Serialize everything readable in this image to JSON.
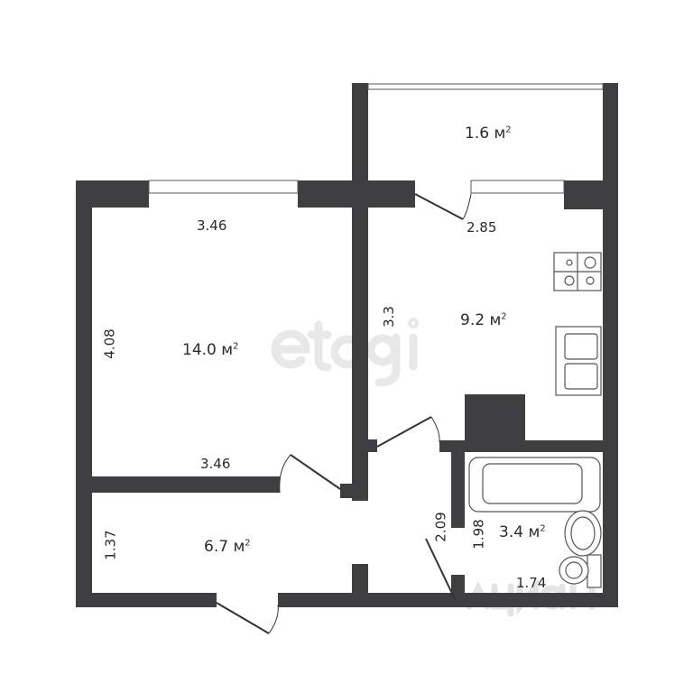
{
  "watermarks": {
    "center": "etagi",
    "corner": "циан"
  },
  "colors": {
    "wall": "#3f3f42",
    "fixture_line": "#555555"
  },
  "rooms": [
    {
      "name": "room",
      "area": "14.0",
      "unit": "м",
      "sup": "2"
    },
    {
      "name": "kitchen",
      "area": "9.2",
      "unit": "м",
      "sup": "2"
    },
    {
      "name": "balcony",
      "area": "1.6",
      "unit": "м",
      "sup": "2"
    },
    {
      "name": "hallway",
      "area": "6.7",
      "unit": "м",
      "sup": "2"
    },
    {
      "name": "bathroom",
      "area": "3.4",
      "unit": "м",
      "sup": "2"
    }
  ],
  "dimensions": {
    "room_top": "3.46",
    "room_left": "4.08",
    "room_bottom": "3.46",
    "kitchen_top": "2.85",
    "kitchen_left": "3.3",
    "hall_left": "1.37",
    "hall_right": "2.09",
    "bath_left": "1.98",
    "bath_bottom": "1.74"
  }
}
